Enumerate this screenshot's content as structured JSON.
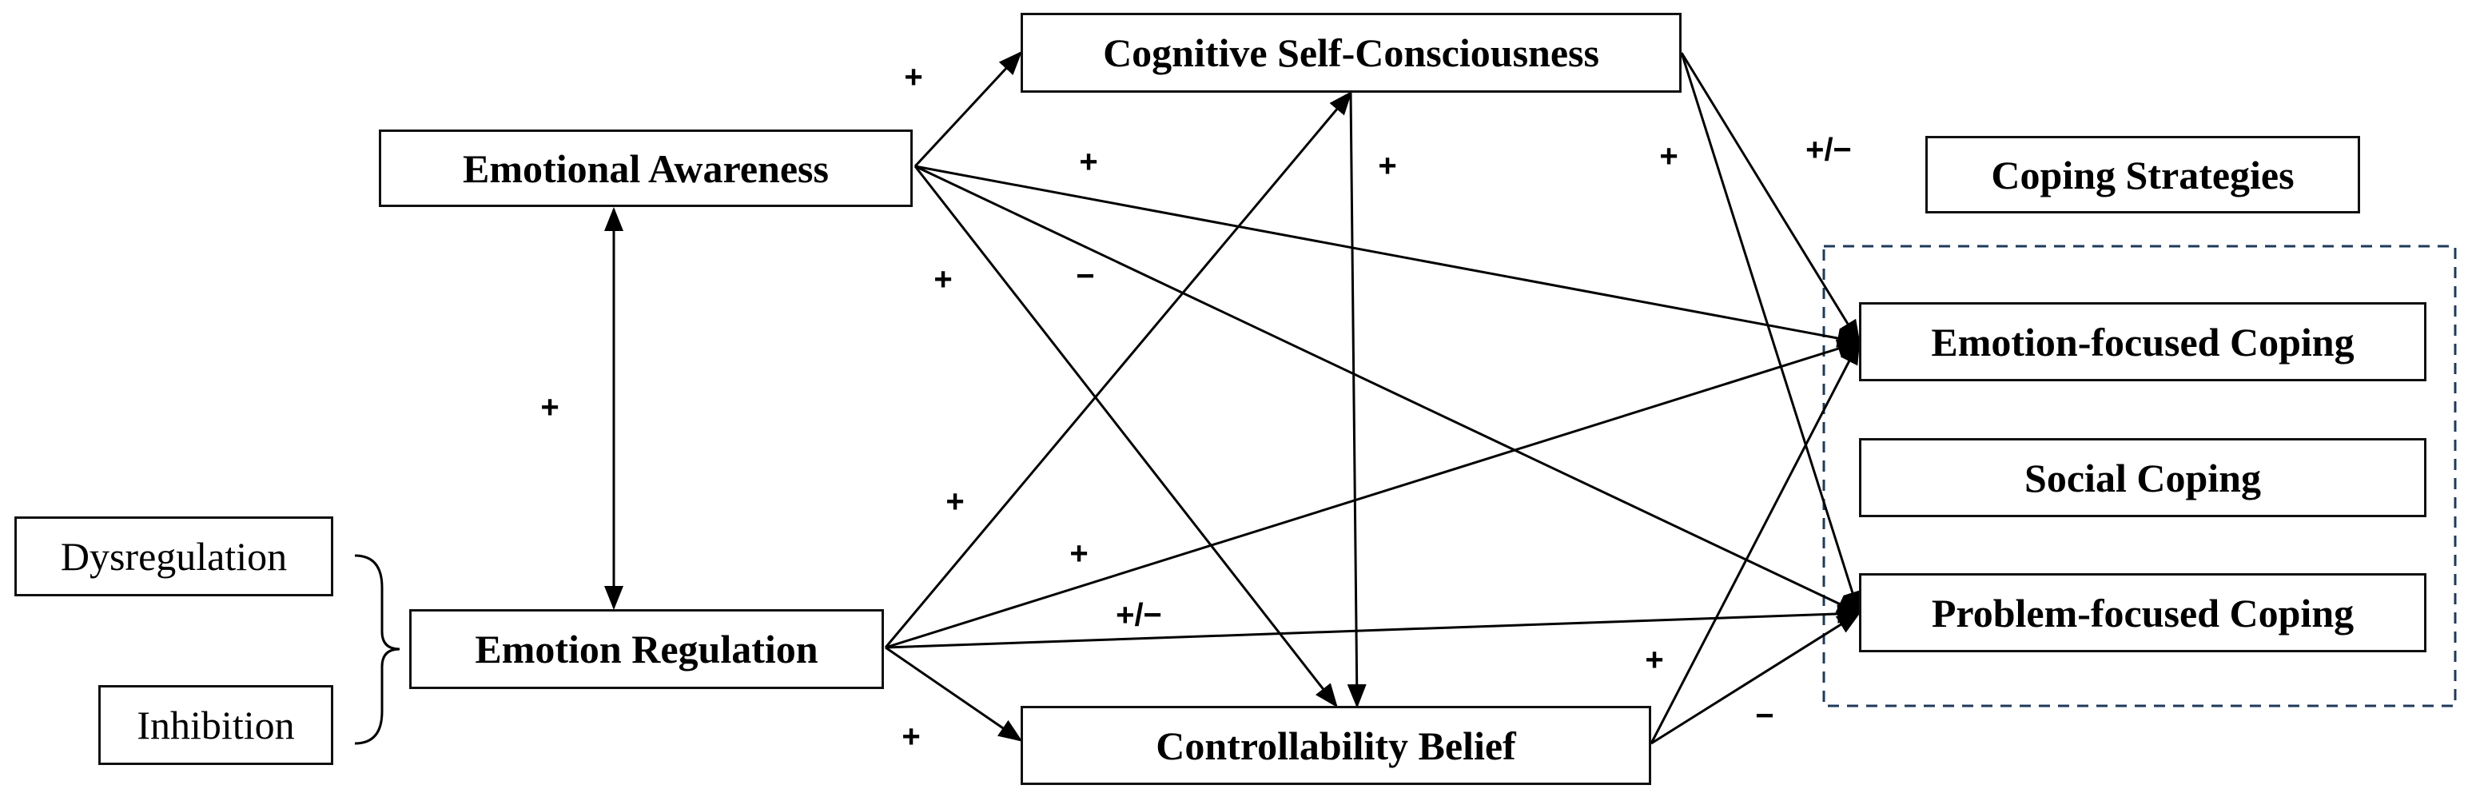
{
  "nodes": {
    "cognitive_self_consciousness": "Cognitive Self-Consciousness",
    "emotional_awareness": "Emotional Awareness",
    "coping_strategies": "Coping Strategies",
    "emotion_focused_coping": "Emotion-focused Coping",
    "social_coping": "Social Coping",
    "problem_focused_coping": "Problem-focused Coping",
    "emotion_regulation": "Emotion Regulation",
    "controllability_belief": "Controllability Belief",
    "dysregulation": "Dysregulation",
    "inhibition": "Inhibition"
  },
  "edges": [
    {
      "from": "emotional_awareness",
      "to": "cognitive_self_consciousness",
      "sign": "+"
    },
    {
      "from": "emotional_awareness",
      "to": "emotion_focused_coping",
      "sign": "+"
    },
    {
      "from": "emotional_awareness",
      "to": "controllability_belief",
      "sign": "+"
    },
    {
      "from": "emotional_awareness",
      "to": "problem_focused_coping",
      "sign": "−"
    },
    {
      "from": "emotional_awareness",
      "to": "emotion_regulation",
      "sign": "+",
      "bidirectional": true
    },
    {
      "from": "emotion_regulation",
      "to": "cognitive_self_consciousness",
      "sign": "+"
    },
    {
      "from": "emotion_regulation",
      "to": "emotion_focused_coping",
      "sign": "+"
    },
    {
      "from": "emotion_regulation",
      "to": "problem_focused_coping",
      "sign": "+/−"
    },
    {
      "from": "emotion_regulation",
      "to": "controllability_belief",
      "sign": "+"
    },
    {
      "from": "cognitive_self_consciousness",
      "to": "controllability_belief",
      "sign": "+"
    },
    {
      "from": "cognitive_self_consciousness",
      "to": "problem_focused_coping",
      "sign": "+"
    },
    {
      "from": "cognitive_self_consciousness",
      "to": "emotion_focused_coping",
      "sign": "+/−"
    },
    {
      "from": "controllability_belief",
      "to": "emotion_focused_coping",
      "sign": "+"
    },
    {
      "from": "controllability_belief",
      "to": "problem_focused_coping",
      "sign": "−"
    }
  ]
}
